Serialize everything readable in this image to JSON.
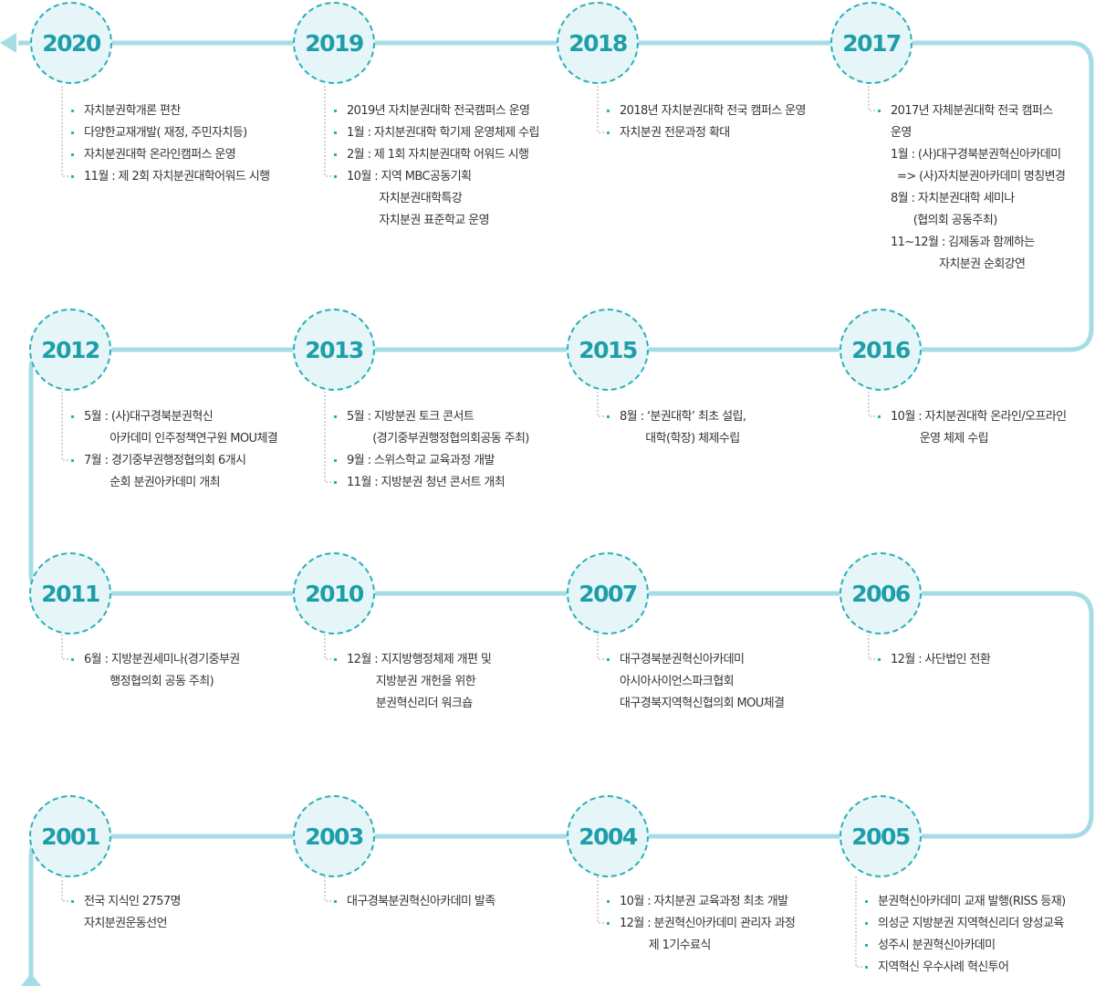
{
  "colors": {
    "accent": "#2ab0b9",
    "line": "#a6dde4",
    "circle_fill": "#e6f6f8",
    "text": "#333333"
  },
  "nodes": [
    {
      "year": "2020",
      "items": [
        {
          "text": "자치분권학개론 편찬"
        },
        {
          "text": "다양한교재개발( 재정, 주민자치등)"
        },
        {
          "text": "자치분권대학 온라인캠퍼스 운영"
        },
        {
          "text": "11월 : 제 2회 자치분권대학어워드 시행"
        }
      ]
    },
    {
      "year": "2019",
      "items": [
        {
          "text": "2019년 자치분권대학 전국캠퍼스 운영"
        },
        {
          "text": "1월 : 자치분권대학 학기제 운영체제 수립"
        },
        {
          "text": "2월 : 제 1회 자치분권대학 어워드 시행"
        },
        {
          "text": "10월 : 지역 MBC공동기획"
        },
        {
          "text": "          자치분권대학특강",
          "cont": true
        },
        {
          "text": "          자치분권 표준학교 운영",
          "cont": true
        }
      ]
    },
    {
      "year": "2018",
      "items": [
        {
          "text": "2018년 자치분권대학 전국 캠퍼스 운영"
        },
        {
          "text": "자치분권 전문과정 확대"
        }
      ]
    },
    {
      "year": "2017",
      "items": [
        {
          "text": "2017년 자체분권대학 전국 캠퍼스"
        },
        {
          "text": "운영",
          "cont": true
        },
        {
          "text": "1월 : (사)대구경북분권혁신아카데미",
          "cont": true
        },
        {
          "text": "  => (사)자치분권아카데미 명칭변경",
          "cont": true
        },
        {
          "text": "8월 : 자치분권대학 세미나",
          "cont": true
        },
        {
          "text": "       (협의회 공동주최)",
          "cont": true
        },
        {
          "text": "11~12월 : 김제동과 함께하는",
          "cont": true
        },
        {
          "text": "               자치분권 순회강연",
          "cont": true
        }
      ]
    },
    {
      "year": "2016",
      "items": [
        {
          "text": "10월 : 자치분권대학 온라인/오프라인"
        },
        {
          "text": "         운영 체제 수립",
          "cont": true
        }
      ]
    },
    {
      "year": "2015",
      "items": [
        {
          "text": "8월 : ‘분권대학’ 최초 설립,"
        },
        {
          "text": "        대학(학장) 체제수립",
          "cont": true
        }
      ]
    },
    {
      "year": "2013",
      "items": [
        {
          "text": "5월 : 지방분권 토크 콘서트"
        },
        {
          "text": "        (경기중부권행정협의회공동 주최)",
          "cont": true
        },
        {
          "text": "9월 : 스위스학교 교육과정 개발"
        },
        {
          "text": "11월 : 지방분권 청년 콘서트 개최"
        }
      ]
    },
    {
      "year": "2012",
      "items": [
        {
          "text": "5월 : (사)대구경북분권혁신"
        },
        {
          "text": "        아카데미 인주정책연구원 MOU체결",
          "cont": true
        },
        {
          "text": "7월 : 경기중부권행정협의회 6개시"
        },
        {
          "text": "        순회 분권아카데미 개최",
          "cont": true
        }
      ]
    },
    {
      "year": "2011",
      "items": [
        {
          "text": "6월 : 지방분권세미나(경기중부권"
        },
        {
          "text": "        행정협의회 공동 주최)",
          "cont": true
        }
      ]
    },
    {
      "year": "2010",
      "items": [
        {
          "text": "12월 : 지지방행정체제 개편 및"
        },
        {
          "text": "         지방분권 개헌을 위한",
          "cont": true
        },
        {
          "text": "         분권혁신리더 워크숍",
          "cont": true
        }
      ]
    },
    {
      "year": "2007",
      "items": [
        {
          "text": "대구경북분권혁신아카데미"
        },
        {
          "text": "아시아사이언스파크협회",
          "cont": true
        },
        {
          "text": "대구경북지역혁신협의회 MOU체결",
          "cont": true
        }
      ]
    },
    {
      "year": "2006",
      "items": [
        {
          "text": "12월 : 사단법인 전환"
        }
      ]
    },
    {
      "year": "2005",
      "items": [
        {
          "text": "분권혁신아카데미 교재 발행(RISS 등재)"
        },
        {
          "text": "의성군 지방분권 지역혁신리더 양성교육"
        },
        {
          "text": "성주시 분권혁신아카데미"
        },
        {
          "text": "지역혁신 우수사례 혁신투어"
        }
      ]
    },
    {
      "year": "2004",
      "items": [
        {
          "text": "10월 : 자치분권 교육과정 최초 개발"
        },
        {
          "text": "12월 : 분권혁신아카데미 관리자 과정"
        },
        {
          "text": "         제 1기수료식",
          "cont": true
        }
      ]
    },
    {
      "year": "2003",
      "items": [
        {
          "text": "대구경북분권혁신아카데미 발족"
        }
      ]
    },
    {
      "year": "2001",
      "items": [
        {
          "text": "전국 지식인 2757명"
        },
        {
          "text": "자치분권운동선언",
          "cont": true
        }
      ]
    }
  ]
}
